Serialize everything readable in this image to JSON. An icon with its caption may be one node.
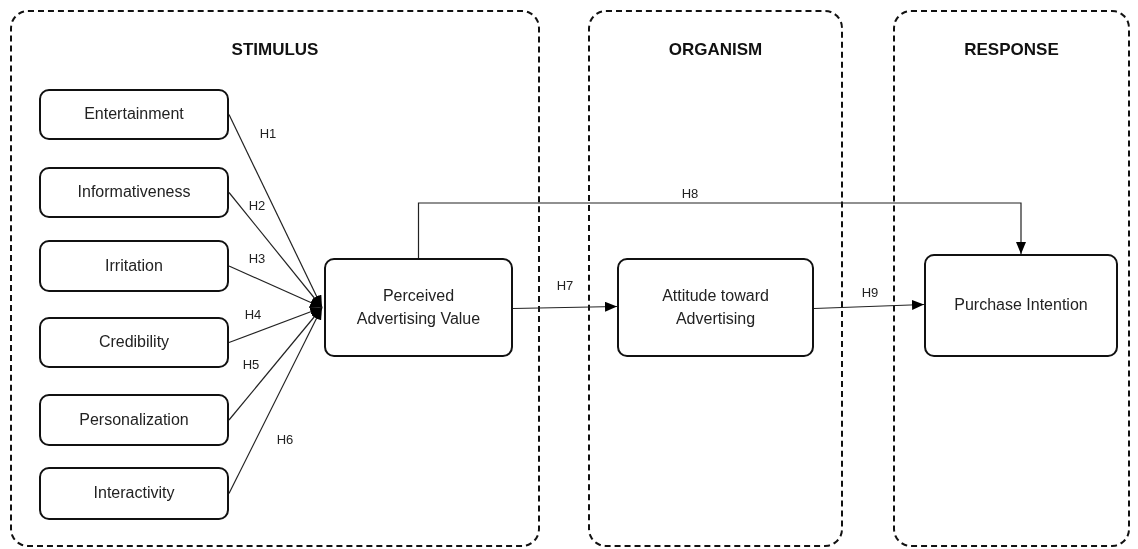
{
  "diagram": {
    "nodes": [
      {
        "text": [
          "STIMULUS"
        ]
      },
      {
        "text": [
          "ORGANISM"
        ]
      },
      {
        "text": [
          "RESPONSE"
        ]
      },
      {
        "text": [
          "Entertainment"
        ],
        "in": 0
      },
      {
        "text": [
          "Informativeness"
        ],
        "in": 0
      },
      {
        "text": [
          "Irritation"
        ],
        "in": 0
      },
      {
        "text": [
          "Credibility"
        ],
        "in": 0
      },
      {
        "text": [
          "Personalization"
        ],
        "in": 0
      },
      {
        "text": [
          "Interactivity"
        ],
        "in": 0
      },
      {
        "text": [
          "Perceived Advertising Value"
        ],
        "in": 0
      },
      {
        "text": [
          "Attitude toward Advertising"
        ],
        "in": 1
      },
      {
        "text": [
          "Purchase Intention"
        ],
        "in": 2
      }
    ],
    "edges": [
      {
        "from": 3,
        "to": 9,
        "arrow": "to",
        "label": "H1"
      },
      {
        "from": 4,
        "to": 9,
        "arrow": "to",
        "label": "H2"
      },
      {
        "from": 5,
        "to": 9,
        "arrow": "to",
        "label": "H3"
      },
      {
        "from": 6,
        "to": 9,
        "arrow": "to",
        "label": "H4"
      },
      {
        "from": 7,
        "to": 9,
        "arrow": "to",
        "label": "H5"
      },
      {
        "from": 8,
        "to": 9,
        "arrow": "to",
        "label": "H6"
      },
      {
        "from": 9,
        "to": 10,
        "arrow": "to",
        "label": "H7"
      },
      {
        "from": 9,
        "to": 11,
        "arrow": "to",
        "label": "H8"
      },
      {
        "from": 10,
        "to": 11,
        "arrow": "to",
        "label": "H9"
      }
    ]
  }
}
